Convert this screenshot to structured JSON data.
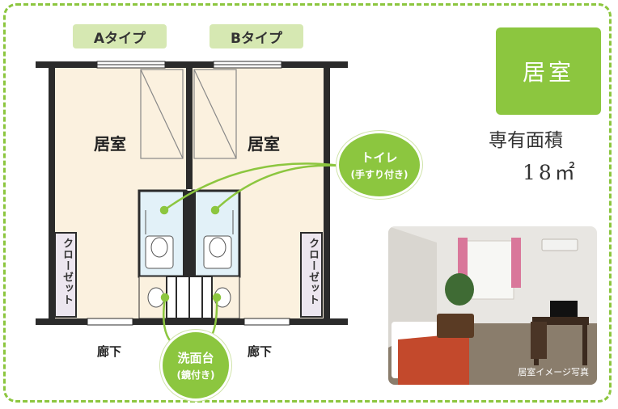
{
  "type_tabs": {
    "a": "Aタイプ",
    "b": "Bタイプ"
  },
  "floor_plan": {
    "room_a": "居室",
    "room_b": "居室",
    "closet_a": "クローゼット",
    "closet_b": "クローゼット",
    "hall_a": "廊下",
    "hall_b": "廊下"
  },
  "callouts": {
    "toilet_main": "トイレ",
    "toilet_sub": "(手すり付き)",
    "sink_main": "洗面台",
    "sink_sub": "(鏡付き)"
  },
  "info": {
    "room_title": "居室",
    "area_label": "専有面積",
    "area_value": "18㎡"
  },
  "photo": {
    "caption": "居室イメージ写真"
  },
  "colors": {
    "accent_green": "#8cc63f",
    "room_fill": "#fbf1df",
    "wall": "#2b2b2b"
  }
}
